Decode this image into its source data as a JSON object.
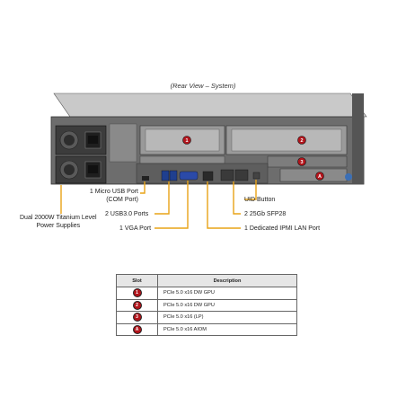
{
  "caption": "(Rear View – System)",
  "callouts": {
    "psu": "Dual 2000W Titanium Level\nPower Supplies",
    "micro_usb": "1 Micro USB Port\n(COM Port)",
    "usb": "2 USB3.0 Ports",
    "vga": "1 VGA Port",
    "uid": "UID Button",
    "sfp": "2 25Gb SFP28",
    "ipmi": "1 Dedicated IPMI LAN Port"
  },
  "slot_badges": [
    "1",
    "2",
    "3",
    "A"
  ],
  "table": {
    "headers": [
      "Slot",
      "Description"
    ],
    "rows": [
      {
        "slot": "1",
        "description": "PCIe 5.0 x16 DW GPU"
      },
      {
        "slot": "2",
        "description": "PCIe 5.0 x16 DW GPU"
      },
      {
        "slot": "3",
        "description": "PCIe 5.0 x16 (LP)"
      },
      {
        "slot": "A",
        "description": "PCIe 5.0 x16 AIOM"
      }
    ]
  },
  "colors": {
    "callout_line": "#e8a317",
    "badge": "#b1141b",
    "chassis": "#6b6b6b"
  }
}
